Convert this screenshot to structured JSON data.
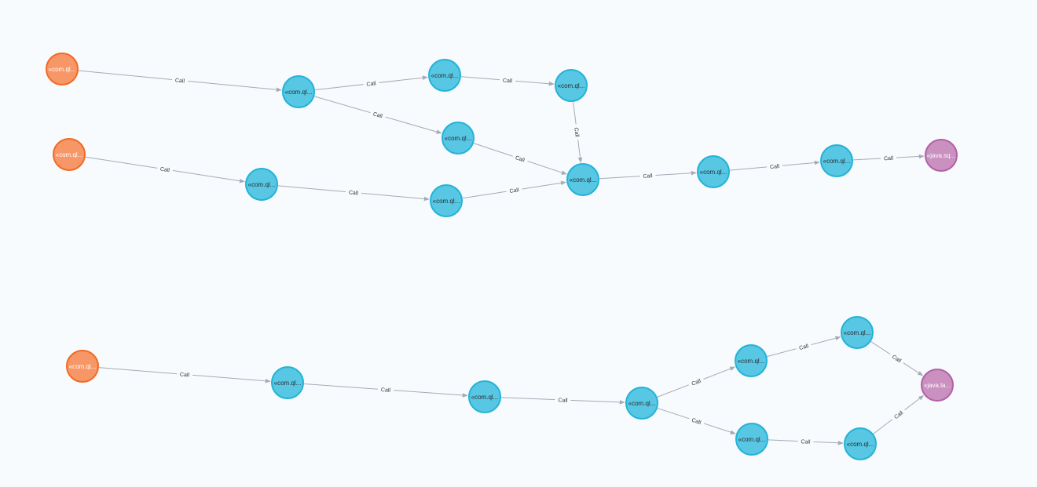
{
  "legend_colors": {
    "entry": {
      "fill": "#f79767",
      "stroke": "#f36924",
      "text": "#ffffff"
    },
    "internal": {
      "fill": "#57c7e3",
      "stroke": "#23b3d7",
      "text": "#2a2c34"
    },
    "library": {
      "fill": "#c990c0",
      "stroke": "#b261a5",
      "text": "#ffffff"
    }
  },
  "edge_label": "Call",
  "nodes": [
    {
      "id": "n1",
      "label": "«com.ql...",
      "kind": "entry"
    },
    {
      "id": "n2",
      "label": "«com.ql...",
      "kind": "internal"
    },
    {
      "id": "n3",
      "label": "«com.ql...",
      "kind": "internal"
    },
    {
      "id": "n4",
      "label": "«com.ql...",
      "kind": "internal"
    },
    {
      "id": "n5",
      "label": "«com.ql...",
      "kind": "entry"
    },
    {
      "id": "n6",
      "label": "«com.ql...",
      "kind": "internal"
    },
    {
      "id": "n7",
      "label": "«com.ql...",
      "kind": "internal"
    },
    {
      "id": "n8",
      "label": "«com.ql...",
      "kind": "internal"
    },
    {
      "id": "n9",
      "label": "«com.ql...",
      "kind": "internal"
    },
    {
      "id": "n10",
      "label": "«com.ql...",
      "kind": "internal"
    },
    {
      "id": "n11",
      "label": "«com.ql...",
      "kind": "internal"
    },
    {
      "id": "n12",
      "label": "«java.sq...",
      "kind": "library"
    },
    {
      "id": "n13",
      "label": "«com.ql...",
      "kind": "entry"
    },
    {
      "id": "n14",
      "label": "«com.ql...",
      "kind": "internal"
    },
    {
      "id": "n15",
      "label": "«com.ql...",
      "kind": "internal"
    },
    {
      "id": "n16",
      "label": "«com.ql...",
      "kind": "internal"
    },
    {
      "id": "n17",
      "label": "«com.ql...",
      "kind": "internal"
    },
    {
      "id": "n18",
      "label": "«com.ql...",
      "kind": "internal"
    },
    {
      "id": "n19",
      "label": "«com.ql...",
      "kind": "internal"
    },
    {
      "id": "n20",
      "label": "«com.ql...",
      "kind": "internal"
    },
    {
      "id": "n21",
      "label": "«java.la...",
      "kind": "library"
    }
  ],
  "edges": [
    {
      "from": "n1",
      "to": "n2",
      "label": "Call"
    },
    {
      "from": "n2",
      "to": "n3",
      "label": "Call"
    },
    {
      "from": "n3",
      "to": "n4",
      "label": "Call"
    },
    {
      "from": "n2",
      "to": "n6",
      "label": "Call"
    },
    {
      "from": "n4",
      "to": "n9",
      "label": "Call"
    },
    {
      "from": "n6",
      "to": "n9",
      "label": "Call"
    },
    {
      "from": "n5",
      "to": "n7",
      "label": "Call"
    },
    {
      "from": "n7",
      "to": "n8",
      "label": "Call"
    },
    {
      "from": "n8",
      "to": "n9",
      "label": "Call"
    },
    {
      "from": "n9",
      "to": "n10",
      "label": "Call"
    },
    {
      "from": "n10",
      "to": "n11",
      "label": "Call"
    },
    {
      "from": "n11",
      "to": "n12",
      "label": "Call"
    },
    {
      "from": "n13",
      "to": "n14",
      "label": "Call"
    },
    {
      "from": "n14",
      "to": "n15",
      "label": "Call"
    },
    {
      "from": "n15",
      "to": "n16",
      "label": "Call"
    },
    {
      "from": "n16",
      "to": "n17",
      "label": "Call"
    },
    {
      "from": "n16",
      "to": "n19",
      "label": "Call"
    },
    {
      "from": "n17",
      "to": "n18",
      "label": "Call"
    },
    {
      "from": "n18",
      "to": "n21",
      "label": "Call"
    },
    {
      "from": "n19",
      "to": "n20",
      "label": "Call"
    },
    {
      "from": "n20",
      "to": "n21",
      "label": "Call"
    }
  ]
}
